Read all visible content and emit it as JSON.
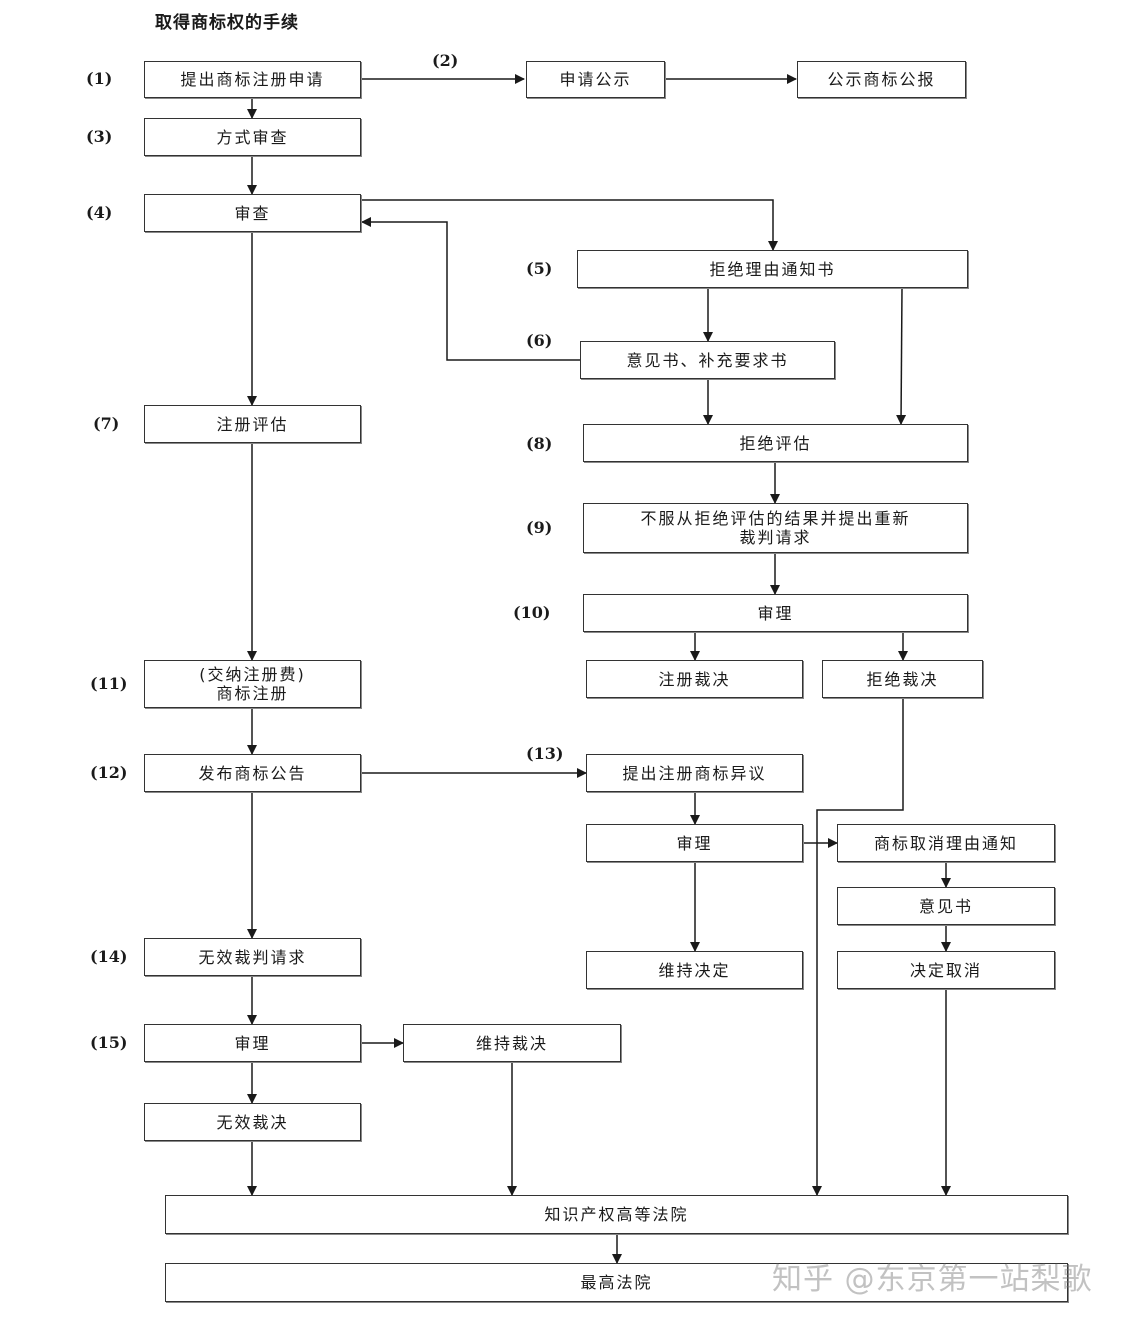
{
  "title": "取得商标权的手续",
  "step_labels": {
    "s1": "(1)",
    "s2": "(2)",
    "s3": "(3)",
    "s4": "(4)",
    "s5": "(5)",
    "s6": "(6)",
    "s7": "(7)",
    "s8": "(8)",
    "s9": "(9)",
    "s10": "(10)",
    "s11": "(11)",
    "s12": "(12)",
    "s13": "(13)",
    "s14": "(14)",
    "s15": "(15)"
  },
  "boxes": {
    "apply": "提出商标注册申请",
    "publish_application": "申请公示",
    "gazette": "公示商标公报",
    "formal_exam": "方式审查",
    "exam": "审查",
    "refusal_notice": "拒绝理由通知书",
    "opinion": "意见书、补充要求书",
    "reg_assessment": "注册评估",
    "refusal_assessment": "拒绝评估",
    "appeal_line1": "不服从拒绝评估的结果并提出重新",
    "appeal_line2": "裁判请求",
    "trial_10": "审理",
    "reg_decision": "注册裁决",
    "refusal_decision": "拒绝裁决",
    "fee_line1": "(交纳注册费)",
    "fee_line2": "商标注册",
    "announce": "发布商标公告",
    "opposition": "提出注册商标异议",
    "trial_13": "审理",
    "cancel_notice": "商标取消理由通知",
    "opinion_2": "意见书",
    "maintain_decision": "维持决定",
    "cancel_decision": "决定取消",
    "invalid_request": "无效裁判请求",
    "trial_15": "审理",
    "maintain_ruling": "维持裁决",
    "invalid_ruling": "无效裁决",
    "ip_high_court": "知识产权高等法院",
    "supreme_court": "最高法院"
  },
  "watermark": "知乎 @东京第一站梨歌"
}
